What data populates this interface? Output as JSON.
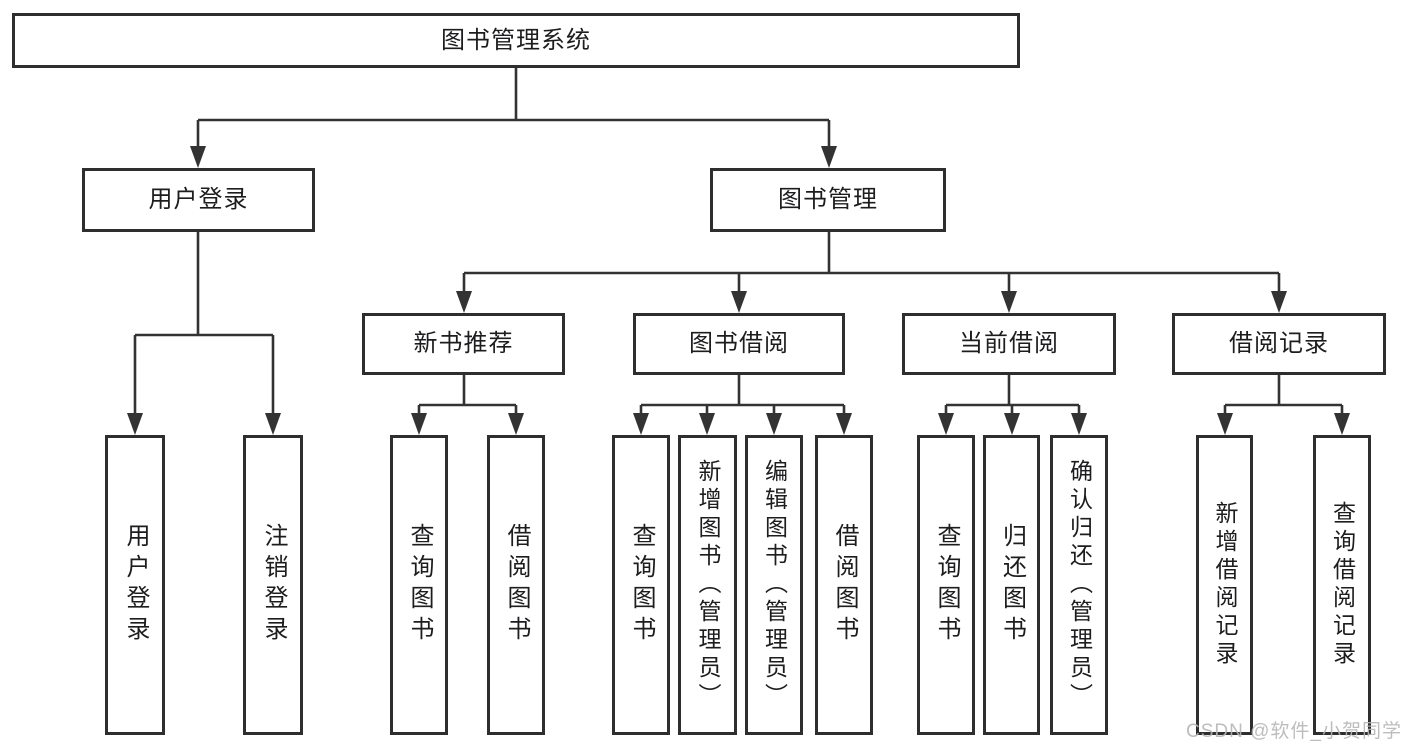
{
  "diagram": {
    "root": {
      "label": "图书管理系统"
    },
    "level2": {
      "user_login": {
        "label": "用户登录"
      },
      "book_mgmt": {
        "label": "图书管理"
      }
    },
    "level3": {
      "new_book_rec": {
        "label": "新书推荐"
      },
      "book_borrow": {
        "label": "图书借阅"
      },
      "current_borrow": {
        "label": "当前借阅"
      },
      "borrow_records": {
        "label": "借阅记录"
      }
    },
    "leaves": {
      "user_login": {
        "label": "用户登录"
      },
      "logout": {
        "label": "注销登录"
      },
      "query_books_rec": {
        "label": "查询图书"
      },
      "borrow_books_rec": {
        "label": "借阅图书"
      },
      "query_books_borrow": {
        "label": "查询图书"
      },
      "add_books_admin": {
        "label": "新增图书（管理员）"
      },
      "edit_books_admin": {
        "label": "编辑图书（管理员）"
      },
      "borrow_books": {
        "label": "借阅图书"
      },
      "query_books_current": {
        "label": "查询图书"
      },
      "return_books": {
        "label": "归还图书"
      },
      "confirm_return_admin": {
        "label": "确认归还（管理员）"
      },
      "add_borrow_record": {
        "label": "新增借阅记录"
      },
      "query_borrow_record": {
        "label": "查询借阅记录"
      }
    }
  },
  "watermark": "CSDN @软件_小贺同学",
  "colors": {
    "line": "#333333",
    "box_border": "#2e2e2e",
    "text": "#1d1d1f",
    "watermark": "#b6b6b6",
    "background": "#ffffff"
  }
}
